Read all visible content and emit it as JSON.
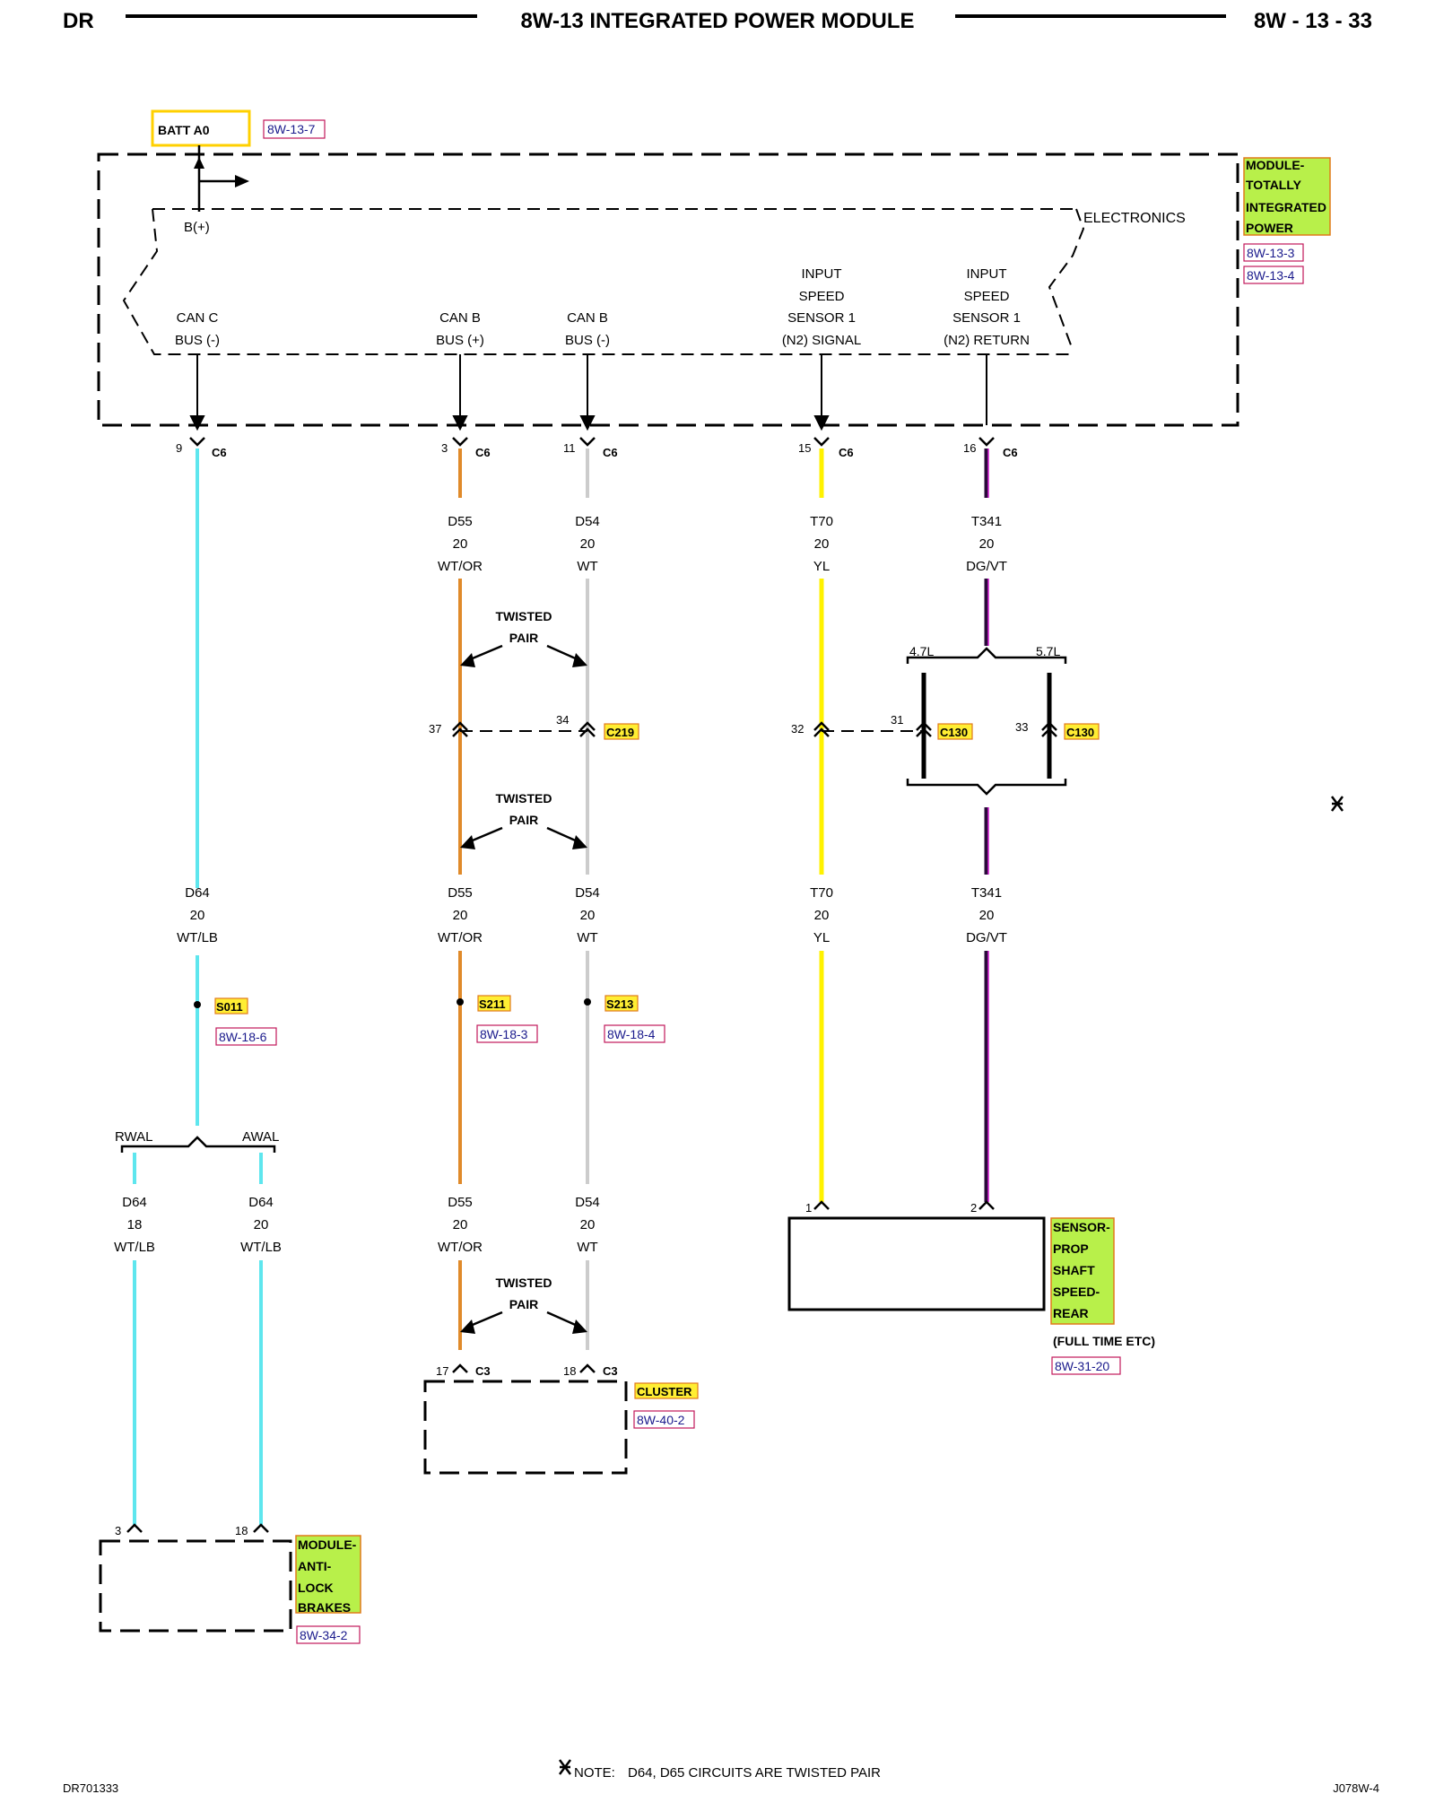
{
  "header": {
    "left": "DR",
    "title": "8W-13 INTEGRATED POWER MODULE",
    "right": "8W - 13 - 33"
  },
  "battery": {
    "label": "BATT A0",
    "ref": "8W-13-7"
  },
  "module_tipm": {
    "label_lines": [
      "MODULE-",
      "TOTALLY",
      "INTEGRATED",
      "POWER"
    ],
    "refs": [
      "8W-13-3",
      "8W-13-4"
    ],
    "electronics": "ELECTRONICS",
    "bplus": "B(+)"
  },
  "pins_top": [
    {
      "line1": "",
      "line2": "",
      "line3": "CAN C",
      "line4": "BUS (-)",
      "pin": "9",
      "conn": "C6"
    },
    {
      "line1": "",
      "line2": "",
      "line3": "CAN B",
      "line4": "BUS (+)",
      "pin": "3",
      "conn": "C6"
    },
    {
      "line1": "",
      "line2": "",
      "line3": "CAN B",
      "line4": "BUS (-)",
      "pin": "11",
      "conn": "C6"
    },
    {
      "line1": "INPUT",
      "line2": "SPEED",
      "line3": "SENSOR 1",
      "line4": "(N2) SIGNAL",
      "pin": "15",
      "conn": "C6"
    },
    {
      "line1": "INPUT",
      "line2": "SPEED",
      "line3": "SENSOR 1",
      "line4": "(N2) RETURN",
      "pin": "16",
      "conn": "C6"
    }
  ],
  "wires_upper": [
    {
      "circuit": "D55",
      "gauge": "20",
      "color": "WT/OR"
    },
    {
      "circuit": "D54",
      "gauge": "20",
      "color": "WT"
    },
    {
      "circuit": "T70",
      "gauge": "20",
      "color": "YL"
    },
    {
      "circuit": "T341",
      "gauge": "20",
      "color": "DG/VT"
    }
  ],
  "wires_mid": [
    {
      "circuit": "D64",
      "gauge": "20",
      "color": "WT/LB"
    },
    {
      "circuit": "D55",
      "gauge": "20",
      "color": "WT/OR"
    },
    {
      "circuit": "D54",
      "gauge": "20",
      "color": "WT"
    },
    {
      "circuit": "T70",
      "gauge": "20",
      "color": "YL"
    },
    {
      "circuit": "T341",
      "gauge": "20",
      "color": "DG/VT"
    }
  ],
  "wires_lower": [
    {
      "circuit": "D64",
      "gauge": "18",
      "color": "WT/LB"
    },
    {
      "circuit": "D64",
      "gauge": "20",
      "color": "WT/LB"
    },
    {
      "circuit": "D55",
      "gauge": "20",
      "color": "WT/OR"
    },
    {
      "circuit": "D54",
      "gauge": "20",
      "color": "WT"
    }
  ],
  "twisted_pair": [
    "TWISTED",
    "PAIR"
  ],
  "c219": {
    "name": "C219",
    "pin_a": "37",
    "pin_b": "34",
    "pin_c": "32"
  },
  "c130": {
    "name": "C130",
    "pin_a": "31",
    "pin_b": "33",
    "option_a": "4.7L",
    "option_b": "5.7L"
  },
  "splices": [
    {
      "name": "S011",
      "ref": "8W-18-6"
    },
    {
      "name": "S211",
      "ref": "8W-18-3"
    },
    {
      "name": "S213",
      "ref": "8W-18-4"
    }
  ],
  "abs_split": {
    "left": "RWAL",
    "right": "AWAL"
  },
  "cluster": {
    "label": "CLUSTER",
    "ref": "8W-40-2",
    "pin_a": "17",
    "pin_b": "18",
    "conn": "C3"
  },
  "abs_module": {
    "label_lines": [
      "MODULE-",
      "ANTI-",
      "LOCK",
      "BRAKES"
    ],
    "ref": "8W-34-2",
    "pin_a": "3",
    "pin_b": "18"
  },
  "sensor": {
    "label_lines": [
      "SENSOR-",
      "PROP",
      "SHAFT",
      "SPEED-",
      "REAR"
    ],
    "note": "(FULL TIME ETC)",
    "ref": "8W-31-20",
    "pin_a": "1",
    "pin_b": "2"
  },
  "footer": {
    "note_mark": "NOTE:",
    "note_text": "D64, D65    CIRCUITS ARE TWISTED PAIR",
    "left_code": "DR701333",
    "right_code": "J078W-4"
  },
  "colors": {
    "wt_lb": "#5ee6ee",
    "wt_or": "#e08a2a",
    "wt": "#cccccc",
    "yl": "#fff200",
    "dg_vt": "#2a0a3a",
    "dg_vt_stripe": "#d41ad4"
  }
}
